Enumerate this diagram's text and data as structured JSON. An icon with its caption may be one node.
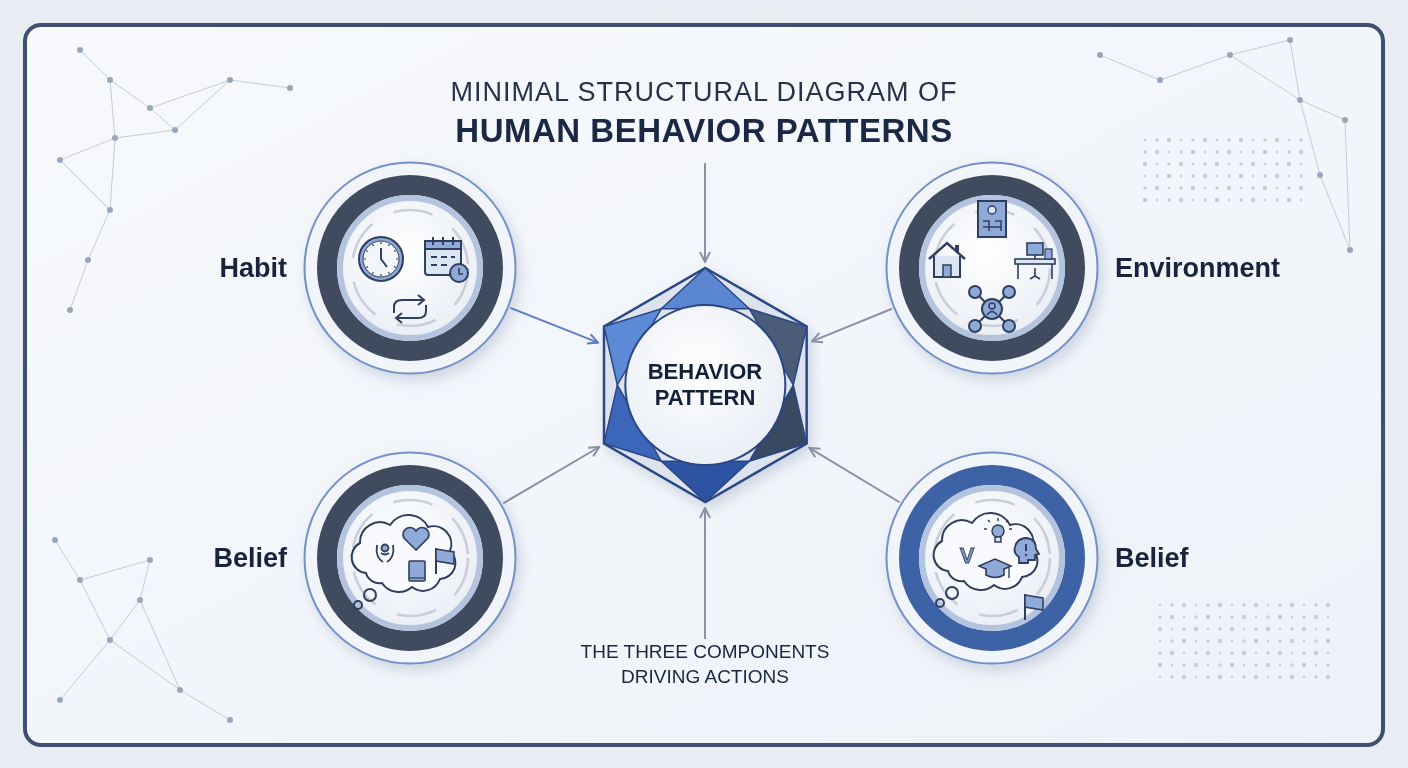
{
  "diagram": {
    "title": "MINIMAL STRUCTURAL DIAGRAM OF **HUMAN BEHAVIOR PATTERNS**",
    "nodes": [
      {
        "text": [
          "Habit"
        ]
      },
      {
        "text": [
          "Environment"
        ]
      },
      {
        "text": [
          "BEHAVIOR PATTERN"
        ]
      },
      {
        "text": [
          "Belief"
        ]
      },
      {
        "text": [
          "Belief"
        ]
      },
      {
        "text": [
          "THE THREE COMPONENTS DRIVING ACTIONS"
        ]
      }
    ],
    "edges": [
      {
        "from": 0,
        "to": 2,
        "arrow": "to",
        "color": "#5b7fc2"
      },
      {
        "from": 1,
        "to": 2,
        "arrow": "to"
      },
      {
        "from": 3,
        "to": 2,
        "arrow": "to"
      },
      {
        "from": 4,
        "to": 2,
        "arrow": "to"
      },
      {
        "from": 5,
        "to": 2,
        "arrow": "to"
      },
      {
        "from": null,
        "to": 2,
        "arrow": "to"
      }
    ],
    "labels": [
      "V"
    ]
  }
}
